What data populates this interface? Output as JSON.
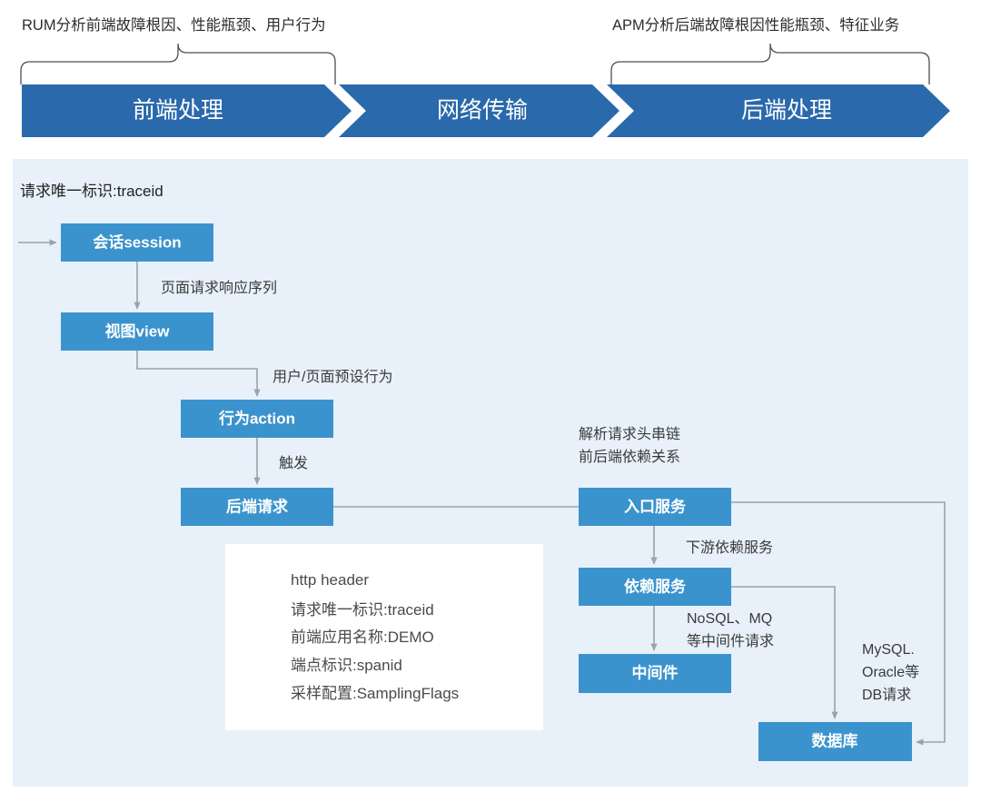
{
  "page": {
    "background": "#ffffff",
    "panel_background": "#e8f1fa",
    "box_fill": "#3b93cd",
    "banner_fill": "#2a69ab",
    "card_fill": "#ffffff",
    "connector_color": "#9aa3a8"
  },
  "annotations": {
    "left_brace_label": "RUM分析前端故障根因、性能瓶颈、用户行为",
    "right_brace_label": "APM分析后端故障根因性能瓶颈、特征业务"
  },
  "banner": {
    "phases": [
      {
        "id": "frontend",
        "label": "前端处理"
      },
      {
        "id": "network",
        "label": "网络传输"
      },
      {
        "id": "backend",
        "label": "后端处理"
      }
    ]
  },
  "panel": {
    "title": "请求唯一标识:traceid",
    "nodes": [
      {
        "id": "session",
        "label": "会话session"
      },
      {
        "id": "view",
        "label": "视图view"
      },
      {
        "id": "action",
        "label": "行为action"
      },
      {
        "id": "backendreq",
        "label": "后端请求"
      },
      {
        "id": "entry",
        "label": "入口服务"
      },
      {
        "id": "dependency",
        "label": "依赖服务"
      },
      {
        "id": "middleware",
        "label": "中间件"
      },
      {
        "id": "database",
        "label": "数据库"
      }
    ],
    "edge_labels": [
      {
        "id": "session-to-view",
        "text": "页面请求响应序列"
      },
      {
        "id": "view-to-action",
        "text": "用户/页面预设行为"
      },
      {
        "id": "action-to-backendreq",
        "text": "触发"
      },
      {
        "id": "entry-to-dependency",
        "text": "下游依赖服务"
      }
    ],
    "backend_note": {
      "line1": "解析请求头串链",
      "line2": "前后端依赖关系"
    },
    "middleware_note": {
      "line1": "NoSQL、MQ",
      "line2": "等中间件请求"
    },
    "db_note": {
      "line1": "MySQL.",
      "line2": "Oracle等",
      "line3": "DB请求"
    },
    "header_card": {
      "title": "http header",
      "lines": [
        "请求唯一标识:traceid",
        "前端应用名称:DEMO",
        "端点标识:spanid",
        "采样配置:SamplingFlags"
      ]
    }
  }
}
